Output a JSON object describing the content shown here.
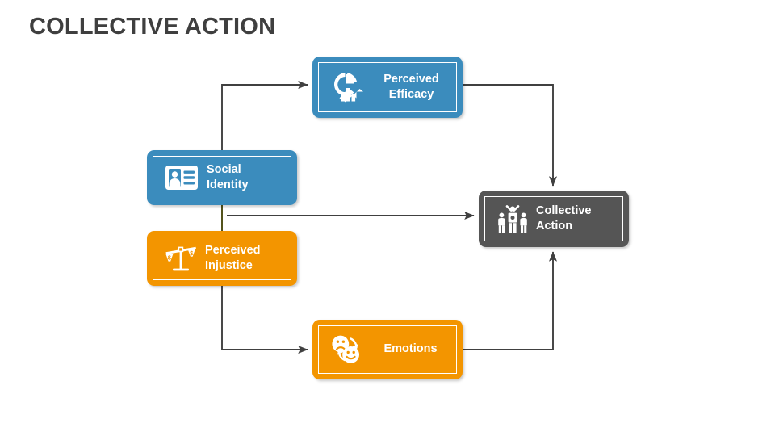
{
  "title": "COLLECTIVE ACTION",
  "colors": {
    "blue": "#3b8cbd",
    "orange": "#f39500",
    "gray": "#555555",
    "title_text": "#3f3f3f",
    "connector": "#404040",
    "background": "#ffffff",
    "node_text": "#ffffff"
  },
  "nodes": [
    {
      "id": "perceived-efficacy",
      "label": "Perceived\nEfficacy",
      "color_key": "blue",
      "icon": "clock-bar-chart-icon"
    },
    {
      "id": "social-identity",
      "label": "Social\nIdentity",
      "color_key": "blue",
      "icon": "id-card-icon"
    },
    {
      "id": "perceived-injustice",
      "label": "Perceived\nInjustice",
      "color_key": "orange",
      "icon": "unbalanced-scales-icon"
    },
    {
      "id": "emotions",
      "label": "Emotions",
      "color_key": "orange",
      "icon": "sad-happy-faces-icon"
    },
    {
      "id": "collective-action",
      "label": "Collective\nAction",
      "color_key": "gray",
      "icon": "group-of-people-icon"
    }
  ],
  "connectors": [
    {
      "id": "social-identity-to-perceived-efficacy",
      "from": "social-identity",
      "to": "perceived-efficacy"
    },
    {
      "id": "social-identity-to-collective-action",
      "from": "social-identity",
      "to": "collective-action"
    },
    {
      "id": "perceived-injustice-to-emotions",
      "from": "perceived-injustice",
      "to": "emotions"
    },
    {
      "id": "perceived-efficacy-to-collective-action",
      "from": "perceived-efficacy",
      "to": "collective-action"
    },
    {
      "id": "emotions-to-collective-action",
      "from": "emotions",
      "to": "collective-action"
    }
  ]
}
